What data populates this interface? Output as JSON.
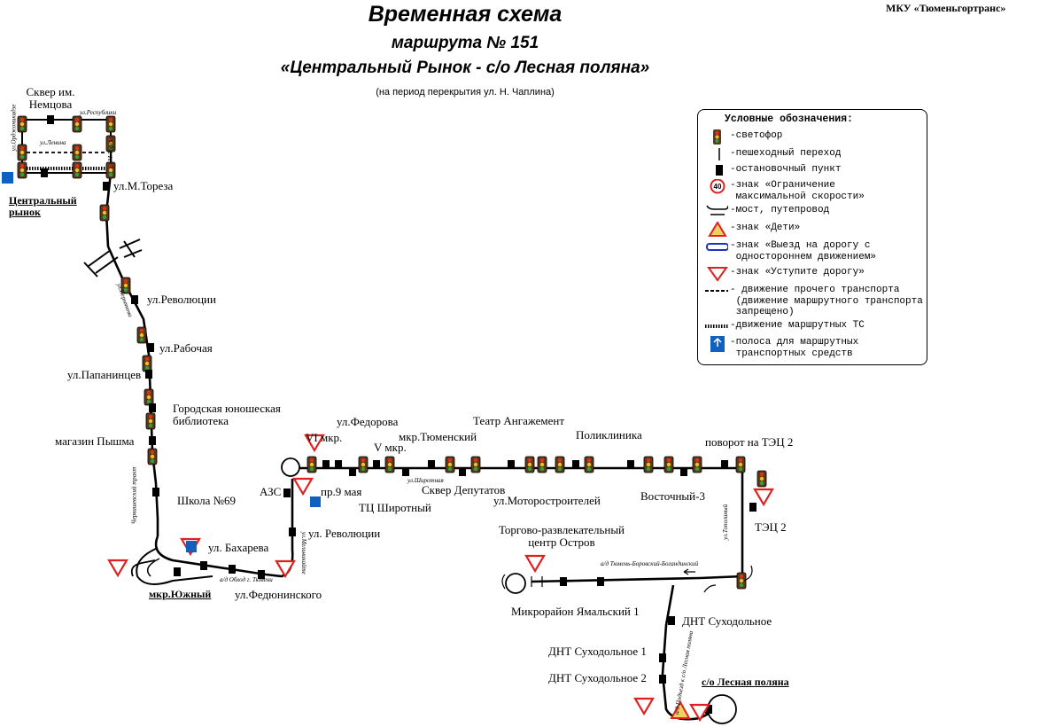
{
  "header": {
    "title": "Временная схема",
    "route": "маршрута № 151",
    "name": "«Центральный Рынок - с/о Лесная поляна»",
    "note": "(на период перекрытия ул. Н. Чаплина)",
    "org": "МКУ «Тюменьгортранс»"
  },
  "legend": {
    "title": "Условные обозначения:",
    "items": [
      {
        "icon": "traffic-light-icon",
        "text": "-светофор"
      },
      {
        "icon": "crosswalk-icon",
        "text": "-пешеходный переход"
      },
      {
        "icon": "bus-stop-icon",
        "text": "-остановочный пункт"
      },
      {
        "icon": "speed-limit-icon",
        "text": "-знак «Ограничение\n максимальной скорости»"
      },
      {
        "icon": "bridge-icon",
        "text": "-мост, путепровод"
      },
      {
        "icon": "children-sign-icon",
        "text": "-знак «Дети»"
      },
      {
        "icon": "one-way-exit-icon",
        "text": "-знак «Выезд на дорогу с\n одностороннем движением»"
      },
      {
        "icon": "yield-sign-icon",
        "text": "-знак «Уступите дорогу»"
      },
      {
        "icon": "dashed-line-icon",
        "text": "- движение прочего транспорта\n (движение маршрутного транспорта\n запрещено)"
      },
      {
        "icon": "route-line-icon",
        "text": "-движение маршрутных ТС"
      },
      {
        "icon": "bus-lane-icon",
        "text": "-полоса для маршрутных\n транспортных средств"
      }
    ],
    "speed_value": "40"
  },
  "stops": [
    {
      "id": "skver",
      "text": "Сквер им.\nНемцова"
    },
    {
      "id": "mtoreza",
      "text": "ул.М.Тореза"
    },
    {
      "id": "tsrynok",
      "text": "Центральный\nрынок",
      "terminal": true
    },
    {
      "id": "revolyutsii1",
      "text": "ул.Революции"
    },
    {
      "id": "rabochaya",
      "text": "ул.Рабочая"
    },
    {
      "id": "papanintsev",
      "text": "ул.Папанинцев"
    },
    {
      "id": "biblioteka",
      "text": "Городская юношеская\nбиблиотека"
    },
    {
      "id": "pyshma",
      "text": "магазин Пышма"
    },
    {
      "id": "shkola69",
      "text": "Школа №69"
    },
    {
      "id": "bakhareva",
      "text": "ул. Бахарева"
    },
    {
      "id": "yuzhny",
      "text": "мкр.Южный",
      "terminal": true
    },
    {
      "id": "fedyuninskogo",
      "text": "ул.Федюнинского"
    },
    {
      "id": "revolyutsii2",
      "text": "ул. Революции"
    },
    {
      "id": "azs",
      "text": "АЗС"
    },
    {
      "id": "vi_mkr",
      "text": "VI мкр."
    },
    {
      "id": "fedorova",
      "text": "ул.Федорова"
    },
    {
      "id": "pr9maya",
      "text": "пр.9 мая"
    },
    {
      "id": "v_mkr",
      "text": "V мкр."
    },
    {
      "id": "tc_shirotny",
      "text": "ТЦ Широтный"
    },
    {
      "id": "tyumensky",
      "text": "мкр.Тюменский"
    },
    {
      "id": "skver_deputatov",
      "text": "Сквер Депутатов"
    },
    {
      "id": "angazhement",
      "text": "Театр Ангажемент"
    },
    {
      "id": "motorostroiteley",
      "text": "ул.Моторостроителей"
    },
    {
      "id": "poliklinika",
      "text": "Поликлиника"
    },
    {
      "id": "vostochny3",
      "text": "Восточный-3"
    },
    {
      "id": "povorot_tec2",
      "text": "поворот на ТЭЦ 2"
    },
    {
      "id": "tec2",
      "text": "ТЭЦ 2"
    },
    {
      "id": "ostrov",
      "text": "Торгово-развлекательный\nцентр Остров"
    },
    {
      "id": "yamalsky1",
      "text": "Микрорайон Ямальский 1"
    },
    {
      "id": "dnt_sukh",
      "text": "ДНТ Суходольное"
    },
    {
      "id": "dnt_sukh1",
      "text": "ДНТ Суходольное 1"
    },
    {
      "id": "dnt_sukh2",
      "text": "ДНТ Суходольное 2"
    },
    {
      "id": "lesnaya",
      "text": "с/о Лесная поляна",
      "terminal": true
    }
  ],
  "streets": {
    "ordzhonikidze": "ул.Орджоникидзе",
    "lenina": "ул.Ленина",
    "respubliki": "ул.Республики",
    "mtoreza": "ул.М.Тореза",
    "permyakova": "ул.Пермякова",
    "cherv": "Червишевский тракт",
    "obkhod": "а/д Обход г. Тюмени",
    "shirotnaya": "ул.Широтная",
    "tobolsky": "ул.Тополиный",
    "trakt_bor": "а/д Тюмень-Боровский-Богандинский",
    "podyezd": "а/д Подъезд к с/о Лесная поляна",
    "melnikayte": "ул.Мельникайте"
  }
}
